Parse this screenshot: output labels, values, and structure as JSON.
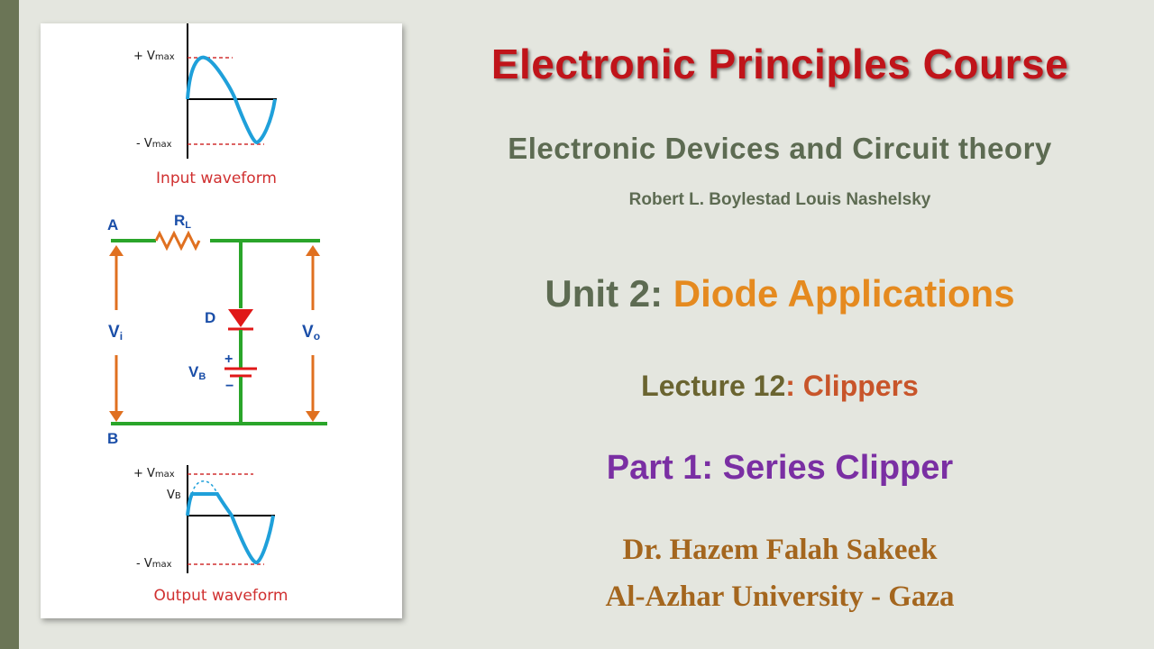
{
  "slide": {
    "title": "Electronic Principles Course",
    "subtitle": "Electronic Devices and Circuit theory",
    "authors": "Robert L. Boylestad Louis Nashelsky",
    "unit_prefix": "Unit 2: ",
    "unit_topic": "Diode Applications",
    "lecture_prefix": "Lecture 12",
    "lecture_topic": ": Clippers",
    "part": "Part 1: Series Clipper",
    "presenter": "Dr. Hazem Falah Sakeek",
    "university": "Al-Azhar University - Gaza"
  },
  "figure": {
    "input": {
      "top_label_main": "+ V",
      "top_label_sub": "max",
      "bottom_label_main": "- V",
      "bottom_label_sub": "max",
      "caption": "Input waveform"
    },
    "circuit": {
      "node_a": "A",
      "node_b": "B",
      "resistor_main": "R",
      "resistor_sub": "L",
      "diode": "D",
      "battery_main": "V",
      "battery_sub": "B",
      "plus": "+",
      "minus": "−",
      "vin_main": "V",
      "vin_sub": "i",
      "vout_main": "V",
      "vout_sub": "o"
    },
    "output": {
      "top_label_main": "+ V",
      "top_label_sub": "max",
      "vb_label_main": "V",
      "vb_label_sub": "B",
      "bottom_label_main": "- V",
      "bottom_label_sub": "max",
      "caption": "Output waveform"
    }
  },
  "colors": {
    "title": "#c0141a",
    "olive": "#5d6b52",
    "orange": "#e58a1f",
    "purple": "#7a2fa3",
    "brown": "#a4661e",
    "wire": "#2aa52a",
    "wave": "#1fa0da",
    "caption": "#d03030"
  }
}
